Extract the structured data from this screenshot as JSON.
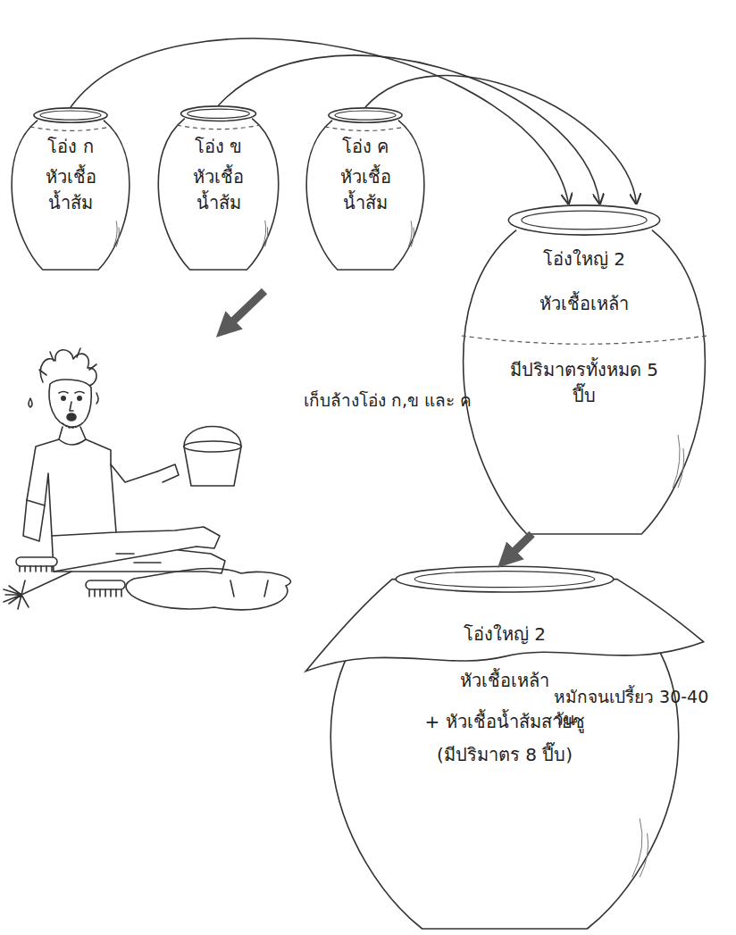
{
  "diagram": {
    "nodes": [
      {
        "text": [
          "โอ่ง ก",
          "หัวเชื้อ น้ำส้ม"
        ]
      },
      {
        "text": [
          "โอ่ง ข",
          "หัวเชื้อ น้ำส้ม"
        ]
      },
      {
        "text": [
          "โอ่ง ค",
          "หัวเชื้อ น้ำส้ม"
        ]
      },
      {
        "text": [
          "โอ่งใหญ่ 2",
          "หัวเชื้อเหล้า",
          "มีปริมาตรทั้งหมด 5 ปี๊บ"
        ]
      },
      {
        "text": [
          "โอ่งใหญ่ 2",
          "หัวเชื้อเหล้า",
          "+ หัวเชื้อน้ำส้มสายชู",
          "(มีปริมาตร 8 ปี๊บ)"
        ]
      }
    ],
    "edges": [
      {
        "from": 0,
        "to": 3,
        "arrow": "to"
      },
      {
        "from": 1,
        "to": 3,
        "arrow": "to"
      },
      {
        "from": 2,
        "to": 3,
        "arrow": "to"
      },
      {
        "from": 3,
        "to": 4,
        "arrow": "to"
      }
    ],
    "labels": [
      "เก็บล้างโอ่ง ก,ข และ ค",
      "หมักจนเปรี้ยว 30-40 วัน"
    ]
  }
}
